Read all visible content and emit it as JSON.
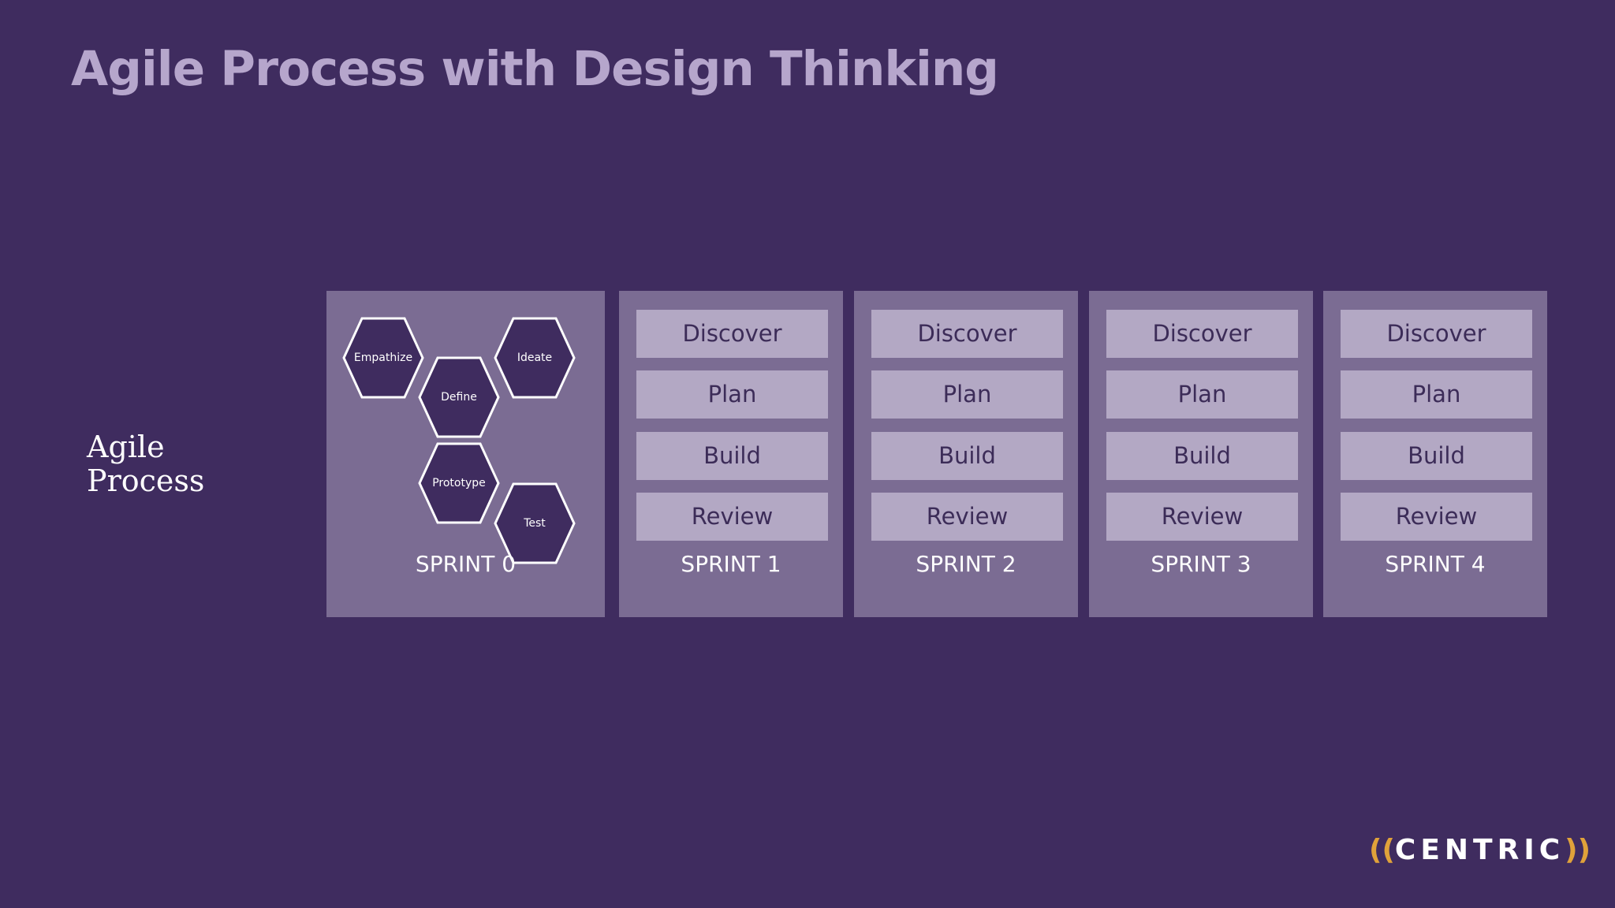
{
  "title": "Agile Process with Design Thinking",
  "row_label": {
    "line1": "Agile",
    "line2": "Process"
  },
  "sprint0": {
    "label": "SPRINT 0",
    "hexagons": [
      "Empathize",
      "Define",
      "Ideate",
      "Prototype",
      "Test"
    ]
  },
  "sprints": [
    {
      "label": "SPRINT 1",
      "phases": [
        "Discover",
        "Plan",
        "Build",
        "Review"
      ]
    },
    {
      "label": "SPRINT 2",
      "phases": [
        "Discover",
        "Plan",
        "Build",
        "Review"
      ]
    },
    {
      "label": "SPRINT 3",
      "phases": [
        "Discover",
        "Plan",
        "Build",
        "Review"
      ]
    },
    {
      "label": "SPRINT 4",
      "phases": [
        "Discover",
        "Plan",
        "Build",
        "Review"
      ]
    }
  ],
  "logo": {
    "left": "((",
    "word": "CENTRIC",
    "right": "))"
  },
  "colors": {
    "background": "#3f2c5f",
    "panel": "#7b6c93",
    "phase_box": "#b3a8c4",
    "hexagon_fill": "#3f2c5f",
    "title": "#b6a6cc",
    "logo_accent": "#e0a23a"
  }
}
